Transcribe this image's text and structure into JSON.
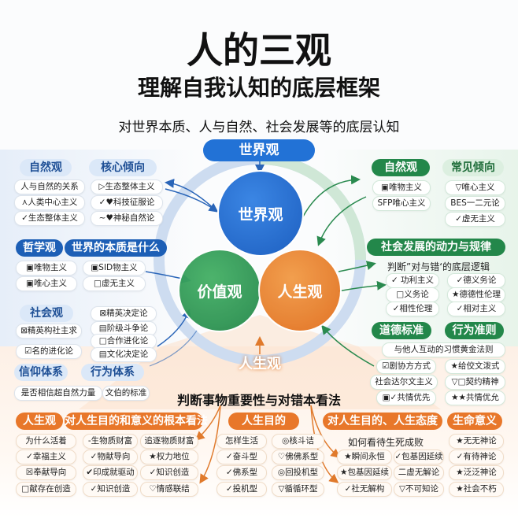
{
  "header": {
    "title": "人的三观",
    "subtitle": "理解自我认知的底层框架",
    "description": "对世界本质、人与自然、社会发展等的底层认知"
  },
  "colors": {
    "blue": "#2272d6",
    "green": "#2e9a55",
    "orange": "#e8772a"
  },
  "center": {
    "top_label": "世界观",
    "world": "世界观",
    "values": "价值观",
    "life": "人生观",
    "bottom_label": "人生观",
    "judgement": "判断事物重要性与对错本看法",
    "icons": [
      "refresh-arrows-icon",
      "crown-icon",
      "leaf-icon"
    ]
  },
  "left": {
    "pills": [
      "自然观",
      "核心倾向",
      "哲学观",
      "世界的本质是什么",
      "社会观",
      "信仰体系",
      "行为体系"
    ],
    "nature": [
      "人与自然的关系",
      "⋏人类中心主义",
      "✓生态整体主义",
      "▷生态整体主义",
      "✓♥科技征服论",
      "~♥神秘自然论"
    ],
    "philosophy": [
      "▣唯物主义",
      "▣唯心主义",
      "▣SID物主义",
      "□虚无主义"
    ],
    "society": [
      "⊠精英构社主求",
      "☑名的进化论",
      "⊠精英决定论",
      "▤阶级斗争论",
      "□合作进化论",
      "▤文化决定论"
    ],
    "belief": [
      "是否相信超自然力量",
      "文伯的标准"
    ]
  },
  "right": {
    "pills": [
      "自然观",
      "常见倾向",
      "社会发展的动力与规律",
      "道德标准",
      "行为准则"
    ],
    "nature": [
      "▣唯物主义",
      "SFP唯心主义",
      "▽唯心主义",
      "BES一二元论",
      "✓虚无主义"
    ],
    "social_caption": "判断”对与错‘的底层逻辑",
    "society": [
      "✓ 功利主义",
      "□义务论",
      "✓相性伦理",
      "✓德义务论",
      "★德德性伦理",
      "✓相对主义"
    ],
    "moral_caption": "与他人互动的习惯黄金法则",
    "moral": [
      "☑剧协方方式",
      "社会达尔文主义",
      "▣✓共情优先",
      "★给佼文泼式",
      "▽□契约精神",
      "★★共情优允"
    ]
  },
  "bottom": {
    "pills": [
      "人生观",
      "对人生目的和意义的根本看法",
      "人生目的",
      "对人生目的、人生态度",
      "生命意义"
    ],
    "attitude_caption": "如何看待生死成败",
    "rows": [
      [
        "为什么活着",
        "-生物质财富",
        "追逐物质财富",
        "怎样生活",
        "◎核斗诘",
        "",
        "",
        "★无无神论"
      ],
      [
        "✓幸福主义",
        "✓物献导向",
        "★权力地位",
        "✓奋斗型",
        "♡佛佛系型",
        "★瞬间永恒",
        "✓包基因延续",
        "✓有待神论"
      ],
      [
        "☒奉献导向",
        "✔印成就驱动",
        "✓知识创造",
        "✓佛系型",
        "◎回投机型",
        "★包基因延续",
        "二虚无解论",
        "★泛泛神论"
      ],
      [
        "□献存在创造",
        "✓知识创造",
        "♡情感联结",
        "✓投机型",
        "▽循循环型",
        "✓社无解构",
        "▽不可知论",
        "★社会不朽"
      ]
    ]
  }
}
